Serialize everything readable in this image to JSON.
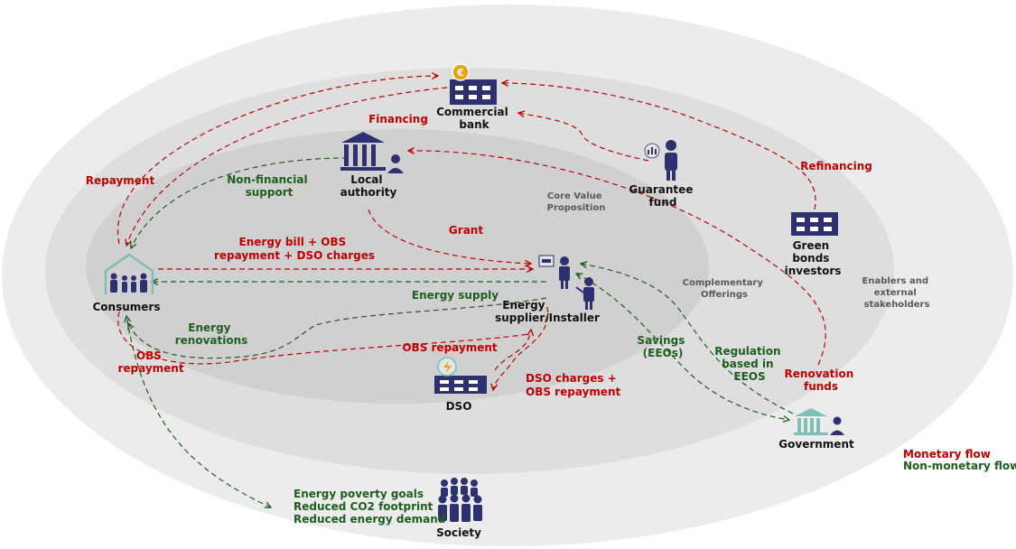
{
  "colors": {
    "monetary": "#c00000",
    "non_monetary": "#1e5e1e",
    "icon_navy": "#2e3170",
    "icon_teal": "#7dbfb5",
    "icon_gold": "#e8a317",
    "zone_outer": "#ececec",
    "zone_middle": "#dedede",
    "zone_inner": "#d0d0d0"
  },
  "zones": {
    "core": [
      "Core Value",
      "Proposition"
    ],
    "complementary": [
      "Complementary",
      "Offerings"
    ],
    "enablers": [
      "Enablers and",
      "external",
      "stakeholders"
    ]
  },
  "actors": {
    "commercial_bank": [
      "Commercial",
      "bank"
    ],
    "local_authority": [
      "Local",
      "authority"
    ],
    "guarantee_fund": [
      "Guarantee",
      "fund"
    ],
    "green_bonds": [
      "Green",
      "bonds",
      "investors"
    ],
    "consumers": [
      "Consumers"
    ],
    "energy_supplier": [
      "Energy",
      "supplier/Installer"
    ],
    "dso": [
      "DSO"
    ],
    "government": [
      "Government"
    ],
    "society": [
      "Society"
    ]
  },
  "flows": {
    "financing": [
      "Financing"
    ],
    "repayment": [
      "Repayment"
    ],
    "non_financial_support": [
      "Non-financial",
      "support"
    ],
    "refinancing": [
      "Refinancing"
    ],
    "grant": [
      "Grant"
    ],
    "energy_bill": [
      "Energy bill + OBS",
      "repayment + DSO charges"
    ],
    "energy_supply": [
      "Energy supply"
    ],
    "energy_renovations": [
      "Energy",
      "renovations"
    ],
    "obs_repayment_consumer": [
      "OBS",
      "repayment"
    ],
    "obs_repayment_dso": [
      "OBS repayment"
    ],
    "dso_charges": [
      "DSO charges +",
      "OBS repayment"
    ],
    "savings": [
      "Savings",
      "(EEOs)"
    ],
    "regulation": [
      "Regulation",
      "based in",
      "EEOS"
    ],
    "renovation_funds": [
      "Renovation",
      "funds"
    ],
    "society_goals": [
      "Energy poverty goals",
      "Reduced CO2 footprint",
      "Reduced energy demand"
    ]
  },
  "icons": {
    "commercial_bank": "bank-building-euro-icon",
    "local_authority": "government-building-person-icon",
    "guarantee_fund": "businessman-icon",
    "green_bonds": "building-icon",
    "consumers": "family-house-icon",
    "energy_supplier": "installer-workers-icon",
    "dso": "power-building-icon",
    "government": "government-building-person-icon",
    "society": "crowd-icon"
  },
  "legend": {
    "monetary": "Monetary flow",
    "non_monetary": "Non-monetary flow"
  }
}
